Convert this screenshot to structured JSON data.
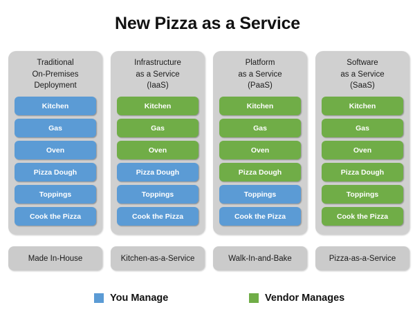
{
  "title": "New Pizza as a Service",
  "colors": {
    "you_manage": "#5B9BD5",
    "vendor_manages": "#70AD47",
    "card_background": "#D0D0D0",
    "footer_background": "#CBCBCB",
    "page_background": "#FFFFFF",
    "text": "#111111"
  },
  "columns": [
    {
      "header_lines": [
        "Traditional",
        "On-Premises",
        "Deployment"
      ],
      "footer_label": "Made In-House",
      "items": [
        {
          "label": "Kitchen",
          "owner": "you"
        },
        {
          "label": "Gas",
          "owner": "you"
        },
        {
          "label": "Oven",
          "owner": "you"
        },
        {
          "label": "Pizza Dough",
          "owner": "you"
        },
        {
          "label": "Toppings",
          "owner": "you"
        },
        {
          "label": "Cook the Pizza",
          "owner": "you"
        }
      ]
    },
    {
      "header_lines": [
        "Infrastructure",
        "as a Service",
        "(IaaS)"
      ],
      "footer_label": "Kitchen-as-a-Service",
      "items": [
        {
          "label": "Kitchen",
          "owner": "vendor"
        },
        {
          "label": "Gas",
          "owner": "vendor"
        },
        {
          "label": "Oven",
          "owner": "vendor"
        },
        {
          "label": "Pizza Dough",
          "owner": "you"
        },
        {
          "label": "Toppings",
          "owner": "you"
        },
        {
          "label": "Cook the Pizza",
          "owner": "you"
        }
      ]
    },
    {
      "header_lines": [
        "Platform",
        "as a Service",
        "(PaaS)"
      ],
      "footer_label": "Walk-In-and-Bake",
      "items": [
        {
          "label": "Kitchen",
          "owner": "vendor"
        },
        {
          "label": "Gas",
          "owner": "vendor"
        },
        {
          "label": "Oven",
          "owner": "vendor"
        },
        {
          "label": "Pizza Dough",
          "owner": "vendor"
        },
        {
          "label": "Toppings",
          "owner": "you"
        },
        {
          "label": "Cook the Pizza",
          "owner": "you"
        }
      ]
    },
    {
      "header_lines": [
        "Software",
        "as a Service",
        "(SaaS)"
      ],
      "footer_label": "Pizza-as-a-Service",
      "items": [
        {
          "label": "Kitchen",
          "owner": "vendor"
        },
        {
          "label": "Gas",
          "owner": "vendor"
        },
        {
          "label": "Oven",
          "owner": "vendor"
        },
        {
          "label": "Pizza Dough",
          "owner": "vendor"
        },
        {
          "label": "Toppings",
          "owner": "vendor"
        },
        {
          "label": "Cook the Pizza",
          "owner": "vendor"
        }
      ]
    }
  ],
  "legend": [
    {
      "label": "You Manage",
      "owner": "you"
    },
    {
      "label": "Vendor Manages",
      "owner": "vendor"
    }
  ]
}
